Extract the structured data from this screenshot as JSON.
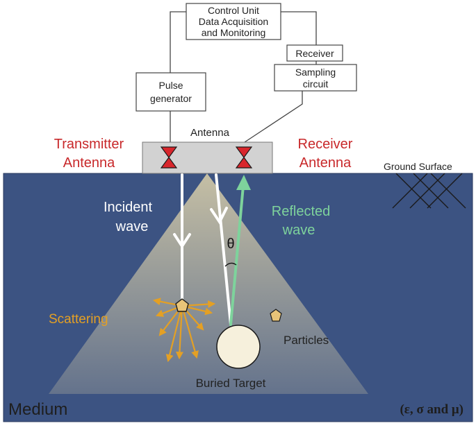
{
  "boxes": {
    "control_unit": [
      "Control Unit",
      "Data Acquisition",
      "and Monitoring"
    ],
    "receiver": "Receiver",
    "sampling_circuit": [
      "Sampling",
      "circuit"
    ],
    "pulse_generator": [
      "Pulse",
      "generator"
    ]
  },
  "labels": {
    "antenna": "Antenna",
    "transmitter_antenna": [
      "Transmitter",
      "Antenna"
    ],
    "receiver_antenna": [
      "Receiver",
      "Antenna"
    ],
    "ground_surface": "Ground Surface",
    "incident_wave": [
      "Incident",
      "wave"
    ],
    "reflected_wave": [
      "Reflected",
      "wave"
    ],
    "theta": "θ",
    "scattering": "Scattering",
    "particles": "Particles",
    "buried_target": "Buried Target",
    "medium": "Medium",
    "medium_properties": "(ε, σ and  μ)"
  },
  "colors": {
    "medium": "#3c5382",
    "cone": "#f3e3b0",
    "antenna_box": "#d2d2d2",
    "bowtie": "#d8262c",
    "label_red": "#c8282a",
    "reflected": "#7ed39c",
    "scatter": "#e4a024",
    "particle": "#e8c478",
    "target": "#f6f0dc"
  }
}
